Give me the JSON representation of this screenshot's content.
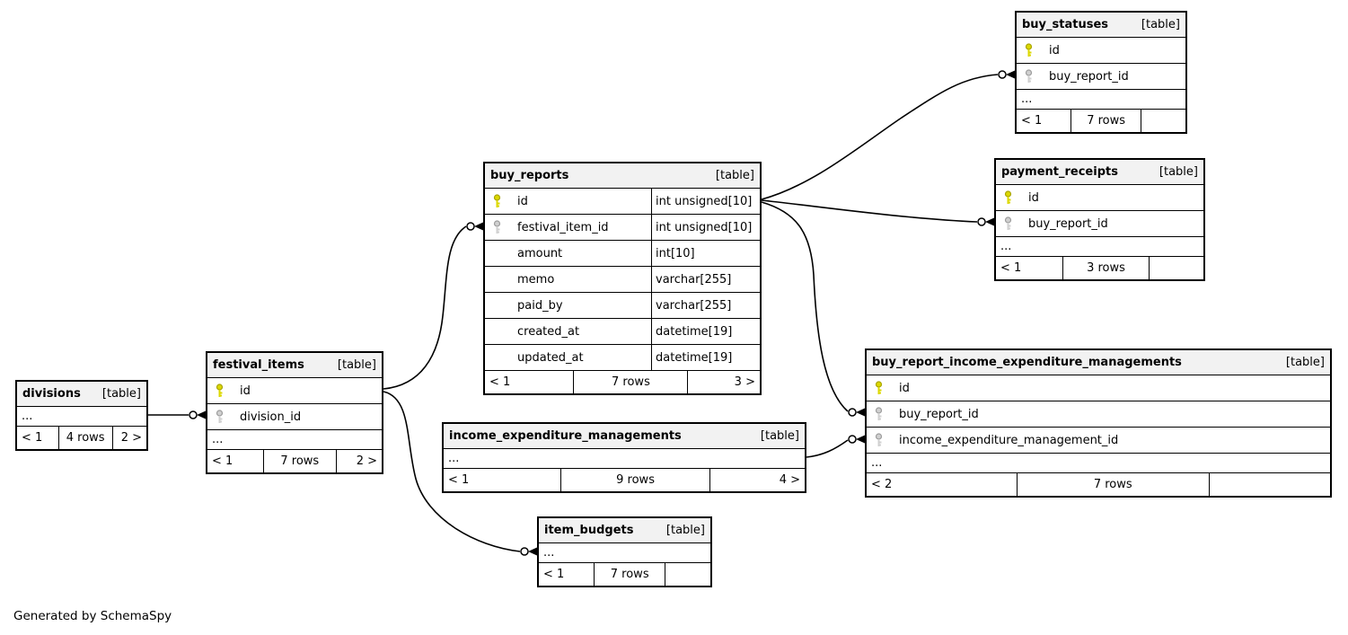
{
  "app": {
    "credit": "Generated by SchemaSpy"
  },
  "colors": {
    "pk_key": "#dcd800",
    "pk_key_stroke": "#a8a400",
    "fk_key": "#d0d0d0",
    "fk_key_stroke": "#9c9c9c",
    "header_bg": "#f2f2f2",
    "line": "#000000"
  },
  "tables": {
    "divisions": {
      "title": "divisions",
      "tag": "[table]",
      "columns": [
        {
          "name": "...",
          "key": "none"
        }
      ],
      "footer": {
        "left": "< 1",
        "center": "4 rows",
        "right": "2 >"
      }
    },
    "festival_items": {
      "title": "festival_items",
      "tag": "[table]",
      "columns": [
        {
          "name": "id",
          "key": "primary"
        },
        {
          "name": "division_id",
          "key": "foreign"
        },
        {
          "name": "...",
          "key": "none"
        }
      ],
      "footer": {
        "left": "< 1",
        "center": "7 rows",
        "right": "2 >"
      }
    },
    "buy_reports": {
      "title": "buy_reports",
      "tag": "[table]",
      "columns": [
        {
          "name": "id",
          "type": "int unsigned[10]",
          "key": "primary"
        },
        {
          "name": "festival_item_id",
          "type": "int unsigned[10]",
          "key": "foreign"
        },
        {
          "name": "amount",
          "type": "int[10]",
          "key": "none"
        },
        {
          "name": "memo",
          "type": "varchar[255]",
          "key": "none"
        },
        {
          "name": "paid_by",
          "type": "varchar[255]",
          "key": "none"
        },
        {
          "name": "created_at",
          "type": "datetime[19]",
          "key": "none"
        },
        {
          "name": "updated_at",
          "type": "datetime[19]",
          "key": "none"
        }
      ],
      "footer": {
        "left": "< 1",
        "center": "7 rows",
        "right": "3 >"
      }
    },
    "buy_statuses": {
      "title": "buy_statuses",
      "tag": "[table]",
      "columns": [
        {
          "name": "id",
          "key": "primary"
        },
        {
          "name": "buy_report_id",
          "key": "foreign"
        },
        {
          "name": "...",
          "key": "none"
        }
      ],
      "footer": {
        "left": "< 1",
        "center": "7 rows",
        "right": ""
      }
    },
    "payment_receipts": {
      "title": "payment_receipts",
      "tag": "[table]",
      "columns": [
        {
          "name": "id",
          "key": "primary"
        },
        {
          "name": "buy_report_id",
          "key": "foreign"
        },
        {
          "name": "...",
          "key": "none"
        }
      ],
      "footer": {
        "left": "< 1",
        "center": "3 rows",
        "right": ""
      }
    },
    "buy_report_income_expenditure_managements": {
      "title": "buy_report_income_expenditure_managements",
      "tag": "[table]",
      "columns": [
        {
          "name": "id",
          "key": "primary"
        },
        {
          "name": "buy_report_id",
          "key": "foreign"
        },
        {
          "name": "income_expenditure_management_id",
          "key": "foreign"
        },
        {
          "name": "...",
          "key": "none"
        }
      ],
      "footer": {
        "left": "< 2",
        "center": "7 rows",
        "right": ""
      }
    },
    "income_expenditure_managements": {
      "title": "income_expenditure_managements",
      "tag": "[table]",
      "columns": [
        {
          "name": "...",
          "key": "none"
        }
      ],
      "footer": {
        "left": "< 1",
        "center": "9 rows",
        "right": "4 >"
      }
    },
    "item_budgets": {
      "title": "item_budgets",
      "tag": "[table]",
      "columns": [
        {
          "name": "...",
          "key": "none"
        }
      ],
      "footer": {
        "left": "< 1",
        "center": "7 rows",
        "right": ""
      }
    }
  },
  "relationships": [
    {
      "parent": "divisions",
      "child": "festival_items",
      "child_column": "division_id"
    },
    {
      "parent": "festival_items",
      "parent_column": "id",
      "child": "buy_reports",
      "child_column": "festival_item_id"
    },
    {
      "parent": "festival_items",
      "parent_column": "id",
      "child": "item_budgets"
    },
    {
      "parent": "buy_reports",
      "parent_column": "id",
      "child": "buy_statuses",
      "child_column": "buy_report_id"
    },
    {
      "parent": "buy_reports",
      "parent_column": "id",
      "child": "payment_receipts",
      "child_column": "buy_report_id"
    },
    {
      "parent": "buy_reports",
      "parent_column": "id",
      "child": "buy_report_income_expenditure_managements",
      "child_column": "buy_report_id"
    },
    {
      "parent": "income_expenditure_managements",
      "child": "buy_report_income_expenditure_managements",
      "child_column": "income_expenditure_management_id"
    }
  ]
}
